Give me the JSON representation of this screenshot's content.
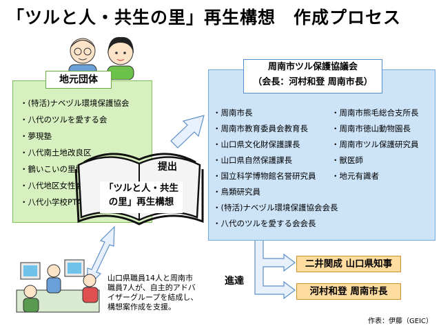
{
  "title": "「ツルと人・共生の里」再生構想　作成プロセス",
  "local_groups": {
    "label": "地元団体",
    "items": [
      "・(特活)ナベヅル環境保護協会",
      "・八代のツルを愛する会",
      "・夢現塾",
      "・八代南土地改良区",
      "・鶴いこいの里協議会",
      "・八代地区女性会",
      "・八代小学校PTA"
    ]
  },
  "book": {
    "line1": "「ツルと人・共生",
    "line2": "の里」再生構想"
  },
  "submit_label": "提出",
  "council": {
    "label_line1": "周南市ツル保護協議会",
    "label_line2": "（会長：河村和登 周南市長）",
    "left_items": [
      "・周南市長",
      "・周南市教育委員会教育長",
      "・山口県文化財保護課長",
      "・山口県自然保護課長",
      "・国立科学博物館名誉研究員",
      "・鳥類研究員",
      "・(特活)ナベヅル環境保護協会会長",
      "・八代のツルを愛する会会長"
    ],
    "right_items": [
      "・周南市熊毛総合支所長",
      "・周南市徳山動物園長",
      "・周南市ツル保護研究員",
      "・獣医師",
      "・地元有識者"
    ]
  },
  "report_label": "進達",
  "recipients": [
    "二井関成 山口県知事",
    "河村和登 周南市長"
  ],
  "staff_note": [
    "山口県職員14人と周南市",
    "職員7人が、自主的アドバ",
    "イザーグループを結成し、",
    "構想案作成を支援。"
  ],
  "credit": "作表：伊藤（GEIC）",
  "colors": {
    "local_bg": "#d7f0bf",
    "council_bg": "#cde3f8",
    "result_bg": "#ffdca0"
  }
}
